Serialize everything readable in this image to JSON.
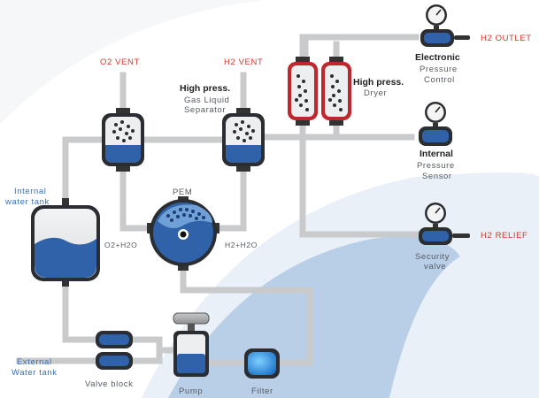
{
  "labels": {
    "o2_vent": "O2 VENT",
    "h2_vent": "H2 VENT",
    "h2_outlet": "H2 OUTLET",
    "h2_relief": "H2 RELIEF",
    "separator_title": "High press.",
    "separator_sub1": "Gas Liquid",
    "separator_sub2": "Separator",
    "dryer_title": "High press.",
    "dryer_sub": "Dryer",
    "electronic_title": "Electronic",
    "electronic_sub1": "Pressure",
    "electronic_sub2": "Control",
    "internal_title": "Internal",
    "internal_sub1": "Pressure",
    "internal_sub2": "Sensor",
    "security_sub1": "Security",
    "security_sub2": "valve",
    "internal_tank1": "Internal",
    "internal_tank2": "water tank",
    "external_tank1": "External",
    "external_tank2": "Water tank",
    "pem": "PEM",
    "o2_h2o": "O2+H2O",
    "h2_h2o": "H2+H2O",
    "valve_block": "Valve block",
    "pump": "Pump",
    "filter": "Filter"
  },
  "colors": {
    "pipe": "#c9cacc",
    "water": "#2f62a8",
    "pem_body": "#2f62a8",
    "dryer_frame": "#c0262d",
    "label_red": "#d9342b",
    "label_blue": "#3b6fb6",
    "background_arc": "#b9cfe7"
  }
}
